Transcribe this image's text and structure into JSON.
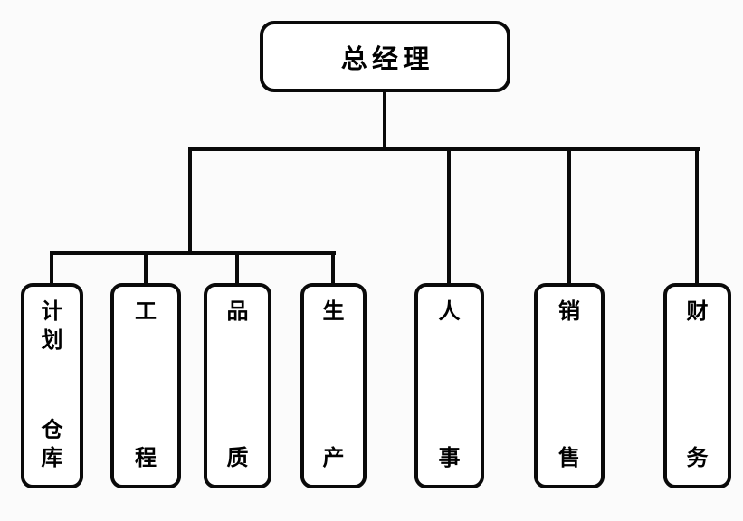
{
  "diagram": {
    "type": "org-chart",
    "root": {
      "label": "总经理"
    },
    "departments": [
      {
        "label": "计划仓库",
        "top": "计划",
        "bottom": "仓库"
      },
      {
        "label": "工程",
        "top": "工",
        "bottom": "程"
      },
      {
        "label": "品质",
        "top": "品",
        "bottom": "质"
      },
      {
        "label": "生产",
        "top": "生",
        "bottom": "产"
      },
      {
        "label": "人事",
        "top": "人",
        "bottom": "事"
      },
      {
        "label": "销售",
        "top": "销",
        "bottom": "售"
      },
      {
        "label": "财务",
        "top": "财",
        "bottom": "务"
      }
    ],
    "colors": {
      "background": "#fbfbfb",
      "node_fill": "#ffffff",
      "node_border": "#0a0a0a",
      "connector": "#0a0a0a",
      "text": "#000000"
    }
  }
}
